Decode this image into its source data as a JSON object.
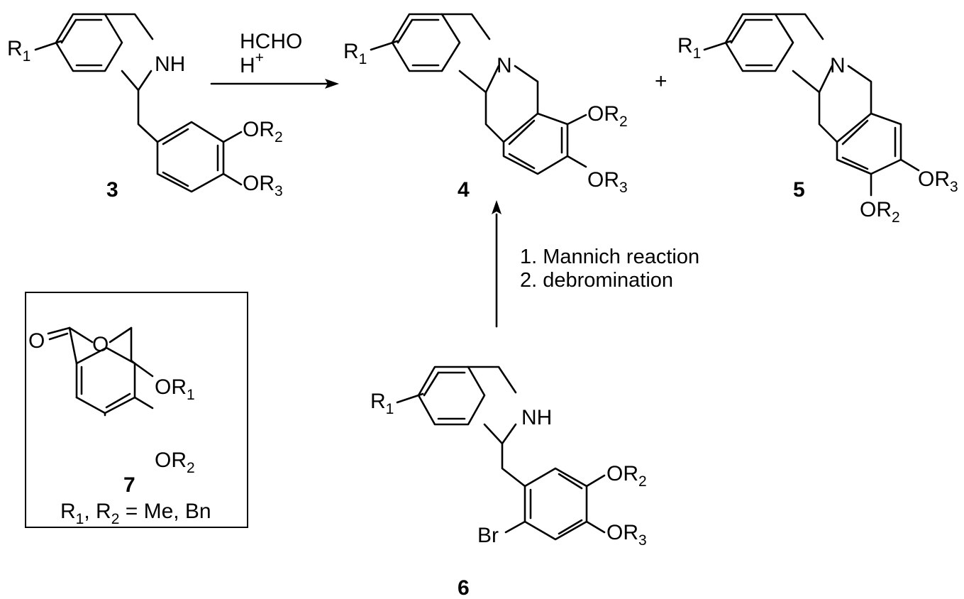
{
  "reaction": {
    "reagent_line1": "HCHO",
    "reagent_line2": "H",
    "reagent_line2_sup": "+",
    "plus": "+",
    "step1": "1. Mannich reaction",
    "step2": "2. debromination"
  },
  "atoms": {
    "R": "R",
    "O": "O",
    "N": "N",
    "NH": "NH",
    "Br": "Br",
    "sub1": "1",
    "sub2": "2",
    "sub3": "3"
  },
  "compounds": {
    "c3": "3",
    "c4": "4",
    "c5": "5",
    "c6": "6",
    "c7": "7"
  },
  "box": {
    "legend_R": "R",
    "legend_sub1": "1",
    "legend_sep": ", R",
    "legend_sub2": "2",
    "legend_tail": " = Me, Bn"
  }
}
